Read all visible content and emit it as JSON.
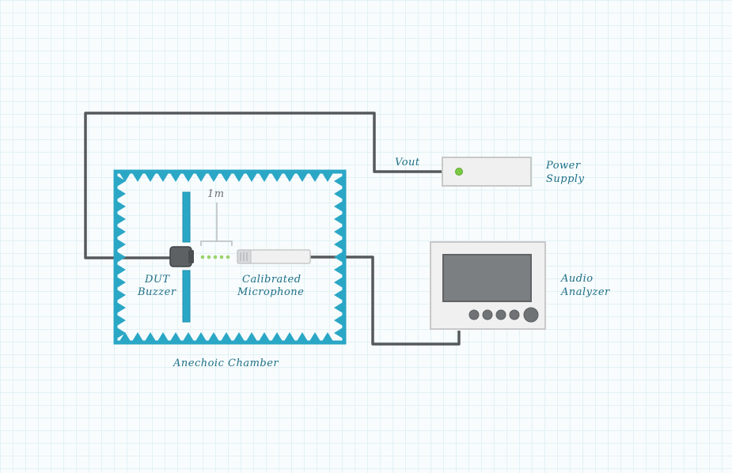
{
  "labels": {
    "vout": "Vout",
    "power_supply": [
      "Power",
      "Supply"
    ],
    "distance": "1m",
    "dut": [
      "DUT",
      "Buzzer"
    ],
    "microphone": [
      "Calibrated",
      "Microphone"
    ],
    "audio_analyzer": [
      "Audio",
      "Analyzer"
    ],
    "chamber": "Anechoic Chamber"
  },
  "colors": {
    "chamber": "#2ba7c6",
    "label_text": "#1e6f86",
    "wire": "#55595c",
    "device_fill": "#f0f0f0",
    "device_stroke": "#c8c8c8",
    "screen": "#7b7f82",
    "power_led": "#7ac943",
    "sound_dots": "#9bd36a"
  },
  "icons": {
    "power_led": "green-led-icon",
    "buzzer": "buzzer-icon",
    "microphone": "microphone-icon",
    "knobs": "knob-icon"
  }
}
